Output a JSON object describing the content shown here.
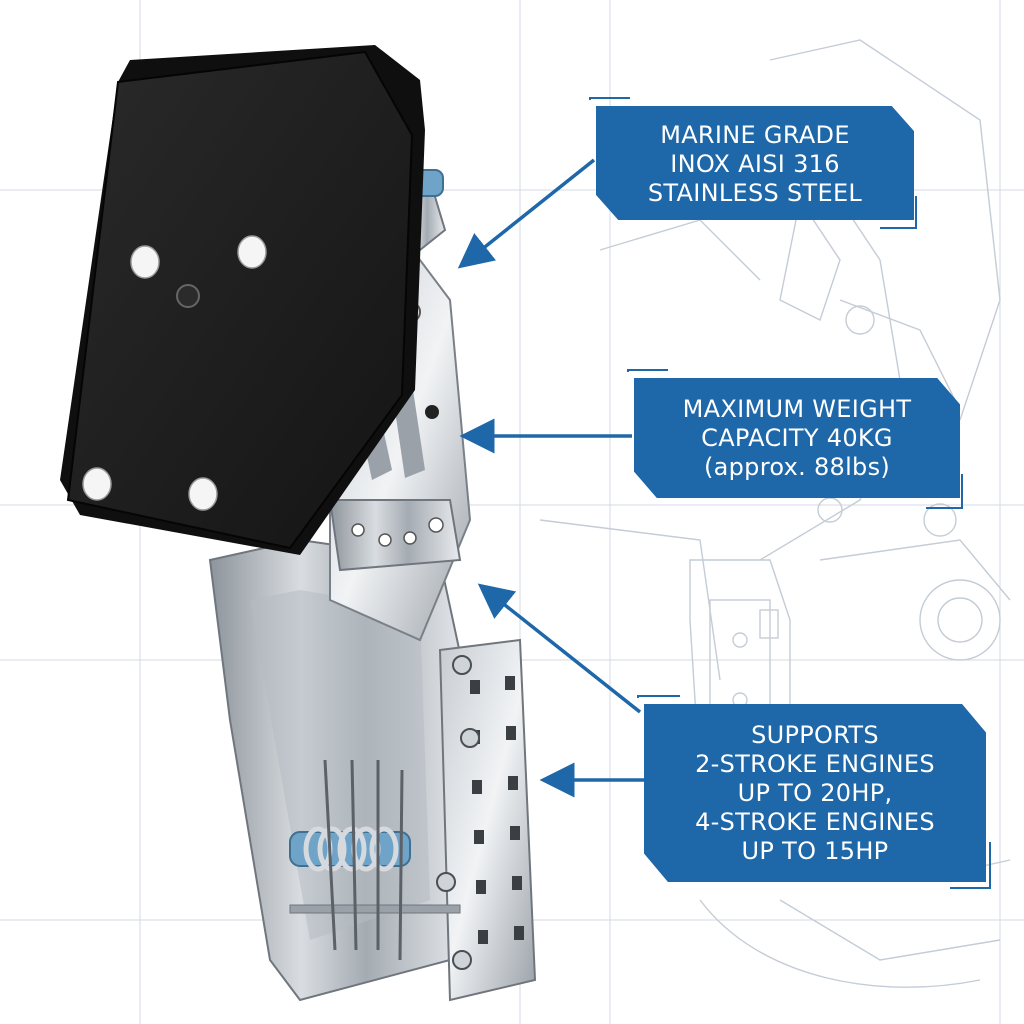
{
  "callouts": [
    {
      "lines": [
        "MARINE GRADE",
        "INOX AISI 316",
        "STAINLESS STEEL"
      ]
    },
    {
      "lines": [
        "MAXIMUM WEIGHT",
        "CAPACITY 40KG",
        "(approx. 88lbs)"
      ]
    },
    {
      "lines": [
        "SUPPORTS",
        "2-STROKE ENGINES",
        "UP TO 20HP,",
        "4-STROKE ENGINES",
        "UP TO 15HP"
      ]
    }
  ],
  "colors": {
    "callout_fill": "#1e67a8",
    "arrow": "#1e67a8",
    "blueprint_lines": "#c9d2dc",
    "motor_plate": "#1b1b1b",
    "steel": "#b8bec4",
    "spring_accent": "#6fa3c7"
  },
  "icons": [
    "arrow-icon"
  ]
}
